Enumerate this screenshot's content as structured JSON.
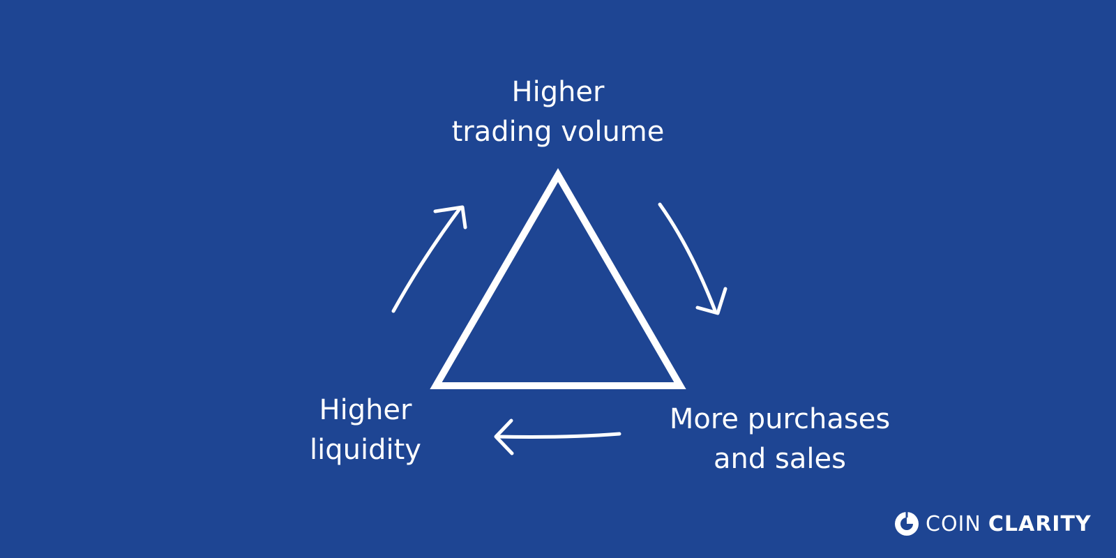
{
  "colors": {
    "background": "#1e4593",
    "foreground": "#ffffff"
  },
  "cycle": {
    "top": {
      "line1": "Higher",
      "line2": "trading volume"
    },
    "right": {
      "line1": "More purchases",
      "line2": "and sales"
    },
    "left": {
      "line1": "Higher",
      "line2": "liquidity"
    }
  },
  "logo": {
    "icon": "coinclarity-c-icon",
    "word1": "COIN",
    "word2": "CLARITY"
  }
}
